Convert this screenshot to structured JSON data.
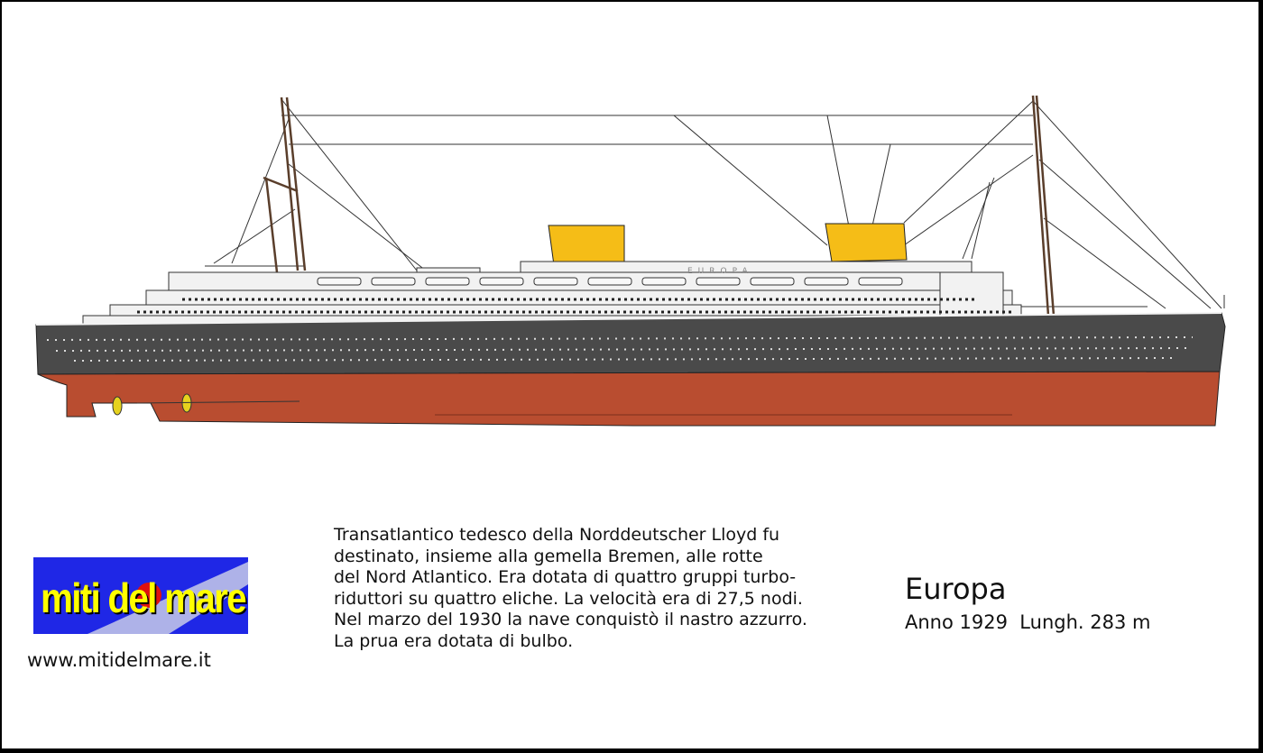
{
  "logo": {
    "text": "miti del mare",
    "colors": {
      "background": "#1f27e6",
      "text": "#ffff00",
      "accent": "#e01010"
    }
  },
  "website": "www.mitidelmare.it",
  "description_lines": [
    "Transatlantico tedesco della Norddeutscher Lloyd fu",
    "destinato, insieme alla gemella Bremen, alle rotte",
    "del Nord Atlantico. Era dotata di quattro gruppi turbo-",
    "riduttori su quattro eliche. La velocità era di 27,5 nodi.",
    "Nel marzo del 1930 la nave conquistò il nastro azzurro.",
    "La prua era dotata di bulbo."
  ],
  "ship": {
    "name": "Europa",
    "specs": "Anno 1929  Lungh. 283 m",
    "hull_label": "EUROPA",
    "colors": {
      "hull": "#4a4a4a",
      "lower_hull": "#b94d30",
      "superstructure": "#f2f2f2",
      "funnel": "#f5bd17",
      "propeller": "#e6d21e"
    }
  }
}
